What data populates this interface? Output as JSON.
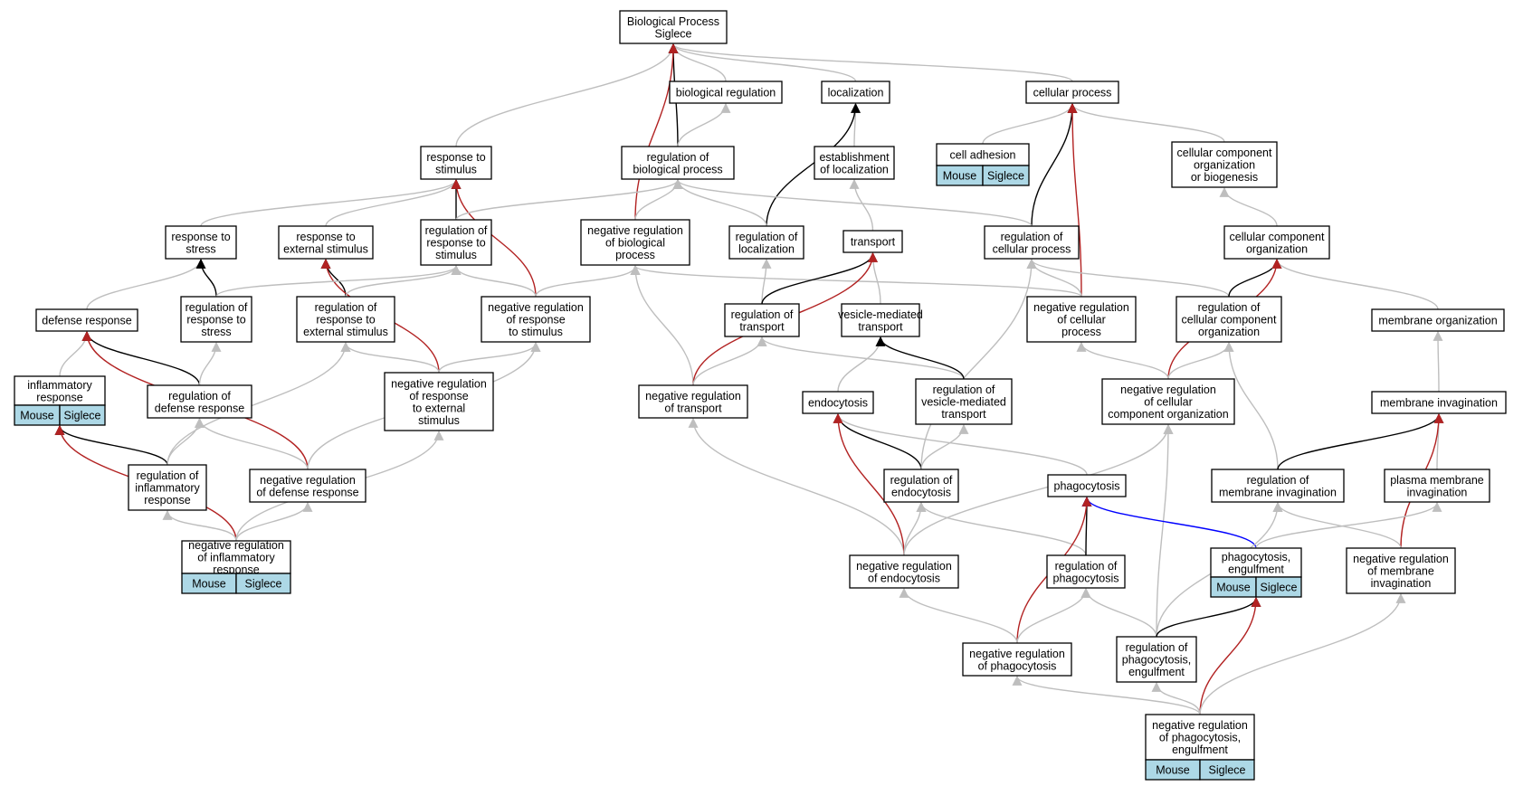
{
  "colors": {
    "is_a": "#bebebe",
    "part_of": "#000000",
    "regulates": "#000000",
    "negatively_regulates": "#b22222",
    "positively_regulates": "#0000ff",
    "gene_cell": "#add8e6",
    "node_border": "#000000",
    "background": "#ffffff"
  },
  "nodes": [
    {
      "id": "root",
      "label": [
        "Biological Process",
        "Siglece"
      ]
    },
    {
      "id": "bioreg",
      "label": [
        "biological regulation"
      ]
    },
    {
      "id": "loc",
      "label": [
        "localization"
      ]
    },
    {
      "id": "cellproc",
      "label": [
        "cellular process"
      ]
    },
    {
      "id": "resp_stim",
      "label": [
        "response to",
        "stimulus"
      ]
    },
    {
      "id": "reg_bp",
      "label": [
        "regulation of",
        "biological process"
      ]
    },
    {
      "id": "estab_loc",
      "label": [
        "establishment",
        "of localization"
      ]
    },
    {
      "id": "cell_adh",
      "label": [
        "cell adhesion"
      ],
      "genes": [
        "Mouse",
        "Siglece"
      ]
    },
    {
      "id": "ccob",
      "label": [
        "cellular component",
        "organization",
        "or biogenesis"
      ]
    },
    {
      "id": "resp_stress",
      "label": [
        "response to",
        "stress"
      ]
    },
    {
      "id": "resp_ext",
      "label": [
        "response to",
        "external stimulus"
      ]
    },
    {
      "id": "reg_resp_stim",
      "label": [
        "regulation of",
        "response to",
        "stimulus"
      ]
    },
    {
      "id": "neg_reg_bp",
      "label": [
        "negative regulation",
        "of biological",
        "process"
      ]
    },
    {
      "id": "reg_loc",
      "label": [
        "regulation of",
        "localization"
      ]
    },
    {
      "id": "transport",
      "label": [
        "transport"
      ]
    },
    {
      "id": "reg_cp",
      "label": [
        "regulation of",
        "cellular process"
      ]
    },
    {
      "id": "cco",
      "label": [
        "cellular component",
        "organization"
      ]
    },
    {
      "id": "def_resp",
      "label": [
        "defense response"
      ]
    },
    {
      "id": "reg_resp_stress",
      "label": [
        "regulation of",
        "response to",
        "stress"
      ]
    },
    {
      "id": "reg_resp_ext",
      "label": [
        "regulation of",
        "response to",
        "external stimulus"
      ]
    },
    {
      "id": "neg_reg_resp_stim",
      "label": [
        "negative regulation",
        "of response",
        "to stimulus"
      ]
    },
    {
      "id": "reg_transport",
      "label": [
        "regulation of",
        "transport"
      ]
    },
    {
      "id": "ves_transport",
      "label": [
        "vesicle-mediated",
        "transport"
      ]
    },
    {
      "id": "neg_reg_cp",
      "label": [
        "negative regulation",
        "of cellular",
        "process"
      ]
    },
    {
      "id": "reg_cco",
      "label": [
        "regulation of",
        "cellular component",
        "organization"
      ]
    },
    {
      "id": "mem_org",
      "label": [
        "membrane organization"
      ]
    },
    {
      "id": "inflam",
      "label": [
        "inflammatory",
        "response"
      ],
      "genes": [
        "Mouse",
        "Siglece"
      ]
    },
    {
      "id": "reg_def",
      "label": [
        "regulation of",
        "defense response"
      ]
    },
    {
      "id": "neg_reg_resp_ext",
      "label": [
        "negative regulation",
        "of response",
        "to external",
        "stimulus"
      ]
    },
    {
      "id": "neg_reg_transport",
      "label": [
        "negative regulation",
        "of transport"
      ]
    },
    {
      "id": "endocytosis",
      "label": [
        "endocytosis"
      ]
    },
    {
      "id": "reg_ves",
      "label": [
        "regulation of",
        "vesicle-mediated",
        "transport"
      ]
    },
    {
      "id": "neg_reg_cco",
      "label": [
        "negative regulation",
        "of cellular",
        "component organization"
      ]
    },
    {
      "id": "mem_inv",
      "label": [
        "membrane invagination"
      ]
    },
    {
      "id": "reg_inflam",
      "label": [
        "regulation of",
        "inflammatory",
        "response"
      ]
    },
    {
      "id": "neg_reg_def",
      "label": [
        "negative regulation",
        "of defense response"
      ]
    },
    {
      "id": "reg_endo",
      "label": [
        "regulation of",
        "endocytosis"
      ]
    },
    {
      "id": "phago",
      "label": [
        "phagocytosis"
      ]
    },
    {
      "id": "reg_mem_inv",
      "label": [
        "regulation of",
        "membrane invagination"
      ]
    },
    {
      "id": "pm_inv",
      "label": [
        "plasma membrane",
        "invagination"
      ]
    },
    {
      "id": "neg_reg_inflam",
      "label": [
        "negative regulation",
        "of inflammatory",
        "response"
      ],
      "genes": [
        "Mouse",
        "Siglece"
      ]
    },
    {
      "id": "neg_reg_endo",
      "label": [
        "negative regulation",
        "of endocytosis"
      ]
    },
    {
      "id": "reg_phago",
      "label": [
        "regulation of",
        "phagocytosis"
      ]
    },
    {
      "id": "phago_eng",
      "label": [
        "phagocytosis,",
        "engulfment"
      ],
      "genes": [
        "Mouse",
        "Siglece"
      ]
    },
    {
      "id": "neg_reg_mem_inv",
      "label": [
        "negative regulation",
        "of membrane",
        "invagination"
      ]
    },
    {
      "id": "neg_reg_phago",
      "label": [
        "negative regulation",
        "of phagocytosis"
      ]
    },
    {
      "id": "reg_phago_eng",
      "label": [
        "regulation of",
        "phagocytosis,",
        "engulfment"
      ]
    },
    {
      "id": "neg_reg_phago_eng",
      "label": [
        "negative regulation",
        "of phagocytosis,",
        "engulfment"
      ],
      "genes": [
        "Mouse",
        "Siglece"
      ]
    }
  ],
  "edges": [
    {
      "from": "bioreg",
      "to": "root",
      "type": "is_a"
    },
    {
      "from": "loc",
      "to": "root",
      "type": "is_a"
    },
    {
      "from": "cellproc",
      "to": "root",
      "type": "is_a"
    },
    {
      "from": "resp_stim",
      "to": "root",
      "type": "is_a"
    },
    {
      "from": "reg_bp",
      "to": "root",
      "type": "regulates"
    },
    {
      "from": "neg_reg_bp",
      "to": "root",
      "type": "negatively_regulates"
    },
    {
      "from": "reg_bp",
      "to": "bioreg",
      "type": "is_a"
    },
    {
      "from": "estab_loc",
      "to": "loc",
      "type": "is_a"
    },
    {
      "from": "reg_loc",
      "to": "loc",
      "type": "regulates"
    },
    {
      "from": "cell_adh",
      "to": "cellproc",
      "type": "is_a"
    },
    {
      "from": "ccob",
      "to": "cellproc",
      "type": "is_a"
    },
    {
      "from": "reg_cp",
      "to": "cellproc",
      "type": "regulates"
    },
    {
      "from": "neg_reg_cp",
      "to": "cellproc",
      "type": "negatively_regulates"
    },
    {
      "from": "resp_stress",
      "to": "resp_stim",
      "type": "is_a"
    },
    {
      "from": "resp_ext",
      "to": "resp_stim",
      "type": "is_a"
    },
    {
      "from": "reg_resp_stim",
      "to": "resp_stim",
      "type": "regulates"
    },
    {
      "from": "neg_reg_resp_stim",
      "to": "resp_stim",
      "type": "negatively_regulates"
    },
    {
      "from": "reg_resp_stim",
      "to": "reg_bp",
      "type": "is_a"
    },
    {
      "from": "neg_reg_bp",
      "to": "reg_bp",
      "type": "is_a"
    },
    {
      "from": "reg_loc",
      "to": "reg_bp",
      "type": "is_a"
    },
    {
      "from": "reg_cp",
      "to": "reg_bp",
      "type": "is_a"
    },
    {
      "from": "transport",
      "to": "estab_loc",
      "type": "is_a"
    },
    {
      "from": "cco",
      "to": "ccob",
      "type": "is_a"
    },
    {
      "from": "def_resp",
      "to": "resp_stress",
      "type": "is_a"
    },
    {
      "from": "reg_resp_stress",
      "to": "resp_stress",
      "type": "regulates"
    },
    {
      "from": "reg_resp_ext",
      "to": "resp_ext",
      "type": "regulates"
    },
    {
      "from": "neg_reg_resp_ext",
      "to": "resp_ext",
      "type": "negatively_regulates"
    },
    {
      "from": "reg_resp_stress",
      "to": "reg_resp_stim",
      "type": "is_a"
    },
    {
      "from": "reg_resp_ext",
      "to": "reg_resp_stim",
      "type": "is_a"
    },
    {
      "from": "neg_reg_resp_stim",
      "to": "reg_resp_stim",
      "type": "is_a"
    },
    {
      "from": "neg_reg_resp_stim",
      "to": "neg_reg_bp",
      "type": "is_a"
    },
    {
      "from": "neg_reg_transport",
      "to": "neg_reg_bp",
      "type": "is_a"
    },
    {
      "from": "neg_reg_cp",
      "to": "neg_reg_bp",
      "type": "is_a"
    },
    {
      "from": "reg_transport",
      "to": "reg_loc",
      "type": "is_a"
    },
    {
      "from": "reg_transport",
      "to": "transport",
      "type": "regulates"
    },
    {
      "from": "ves_transport",
      "to": "transport",
      "type": "is_a"
    },
    {
      "from": "neg_reg_transport",
      "to": "transport",
      "type": "negatively_regulates"
    },
    {
      "from": "neg_reg_cp",
      "to": "reg_cp",
      "type": "is_a"
    },
    {
      "from": "reg_cco",
      "to": "reg_cp",
      "type": "is_a"
    },
    {
      "from": "reg_endo",
      "to": "reg_cp",
      "type": "is_a"
    },
    {
      "from": "reg_cco",
      "to": "cco",
      "type": "regulates"
    },
    {
      "from": "mem_org",
      "to": "cco",
      "type": "is_a"
    },
    {
      "from": "neg_reg_cco",
      "to": "cco",
      "type": "negatively_regulates"
    },
    {
      "from": "inflam",
      "to": "def_resp",
      "type": "is_a"
    },
    {
      "from": "reg_def",
      "to": "def_resp",
      "type": "regulates"
    },
    {
      "from": "neg_reg_def",
      "to": "def_resp",
      "type": "negatively_regulates"
    },
    {
      "from": "reg_def",
      "to": "reg_resp_stress",
      "type": "is_a"
    },
    {
      "from": "reg_inflam",
      "to": "reg_resp_ext",
      "type": "is_a"
    },
    {
      "from": "neg_reg_resp_ext",
      "to": "reg_resp_ext",
      "type": "is_a"
    },
    {
      "from": "neg_reg_resp_ext",
      "to": "neg_reg_resp_stim",
      "type": "is_a"
    },
    {
      "from": "neg_reg_def",
      "to": "neg_reg_resp_stim",
      "type": "is_a"
    },
    {
      "from": "neg_reg_transport",
      "to": "reg_transport",
      "type": "is_a"
    },
    {
      "from": "reg_ves",
      "to": "reg_transport",
      "type": "is_a"
    },
    {
      "from": "endocytosis",
      "to": "ves_transport",
      "type": "is_a"
    },
    {
      "from": "reg_ves",
      "to": "ves_transport",
      "type": "regulates"
    },
    {
      "from": "neg_reg_cco",
      "to": "neg_reg_cp",
      "type": "is_a"
    },
    {
      "from": "neg_reg_cco",
      "to": "reg_cco",
      "type": "is_a"
    },
    {
      "from": "reg_mem_inv",
      "to": "reg_cco",
      "type": "is_a"
    },
    {
      "from": "mem_inv",
      "to": "mem_org",
      "type": "is_a"
    },
    {
      "from": "reg_inflam",
      "to": "inflam",
      "type": "regulates"
    },
    {
      "from": "neg_reg_inflam",
      "to": "inflam",
      "type": "negatively_regulates"
    },
    {
      "from": "reg_inflam",
      "to": "reg_def",
      "type": "is_a"
    },
    {
      "from": "neg_reg_def",
      "to": "reg_def",
      "type": "is_a"
    },
    {
      "from": "neg_reg_inflam",
      "to": "neg_reg_resp_ext",
      "type": "is_a"
    },
    {
      "from": "neg_reg_endo",
      "to": "neg_reg_transport",
      "type": "is_a"
    },
    {
      "from": "reg_endo",
      "to": "endocytosis",
      "type": "regulates"
    },
    {
      "from": "phago",
      "to": "endocytosis",
      "type": "is_a"
    },
    {
      "from": "neg_reg_endo",
      "to": "endocytosis",
      "type": "negatively_regulates"
    },
    {
      "from": "reg_endo",
      "to": "reg_ves",
      "type": "is_a"
    },
    {
      "from": "neg_reg_endo",
      "to": "neg_reg_cco",
      "type": "is_a"
    },
    {
      "from": "reg_phago_eng",
      "to": "neg_reg_cco",
      "type": "is_a"
    },
    {
      "from": "reg_mem_inv",
      "to": "mem_inv",
      "type": "regulates"
    },
    {
      "from": "pm_inv",
      "to": "mem_inv",
      "type": "is_a"
    },
    {
      "from": "neg_reg_mem_inv",
      "to": "mem_inv",
      "type": "negatively_regulates"
    },
    {
      "from": "neg_reg_inflam",
      "to": "reg_inflam",
      "type": "is_a"
    },
    {
      "from": "neg_reg_inflam",
      "to": "neg_reg_def",
      "type": "is_a"
    },
    {
      "from": "neg_reg_endo",
      "to": "reg_endo",
      "type": "is_a"
    },
    {
      "from": "reg_phago",
      "to": "reg_endo",
      "type": "is_a"
    },
    {
      "from": "reg_phago",
      "to": "phago",
      "type": "regulates"
    },
    {
      "from": "phago_eng",
      "to": "phago",
      "type": "positively_regulates"
    },
    {
      "from": "neg_reg_phago",
      "to": "phago",
      "type": "negatively_regulates"
    },
    {
      "from": "neg_reg_mem_inv",
      "to": "reg_mem_inv",
      "type": "is_a"
    },
    {
      "from": "reg_phago_eng",
      "to": "reg_mem_inv",
      "type": "is_a"
    },
    {
      "from": "phago_eng",
      "to": "pm_inv",
      "type": "is_a"
    },
    {
      "from": "neg_reg_phago",
      "to": "neg_reg_endo",
      "type": "is_a"
    },
    {
      "from": "neg_reg_phago",
      "to": "reg_phago",
      "type": "is_a"
    },
    {
      "from": "reg_phago_eng",
      "to": "reg_phago",
      "type": "is_a"
    },
    {
      "from": "reg_phago_eng",
      "to": "phago_eng",
      "type": "regulates"
    },
    {
      "from": "neg_reg_phago_eng",
      "to": "phago_eng",
      "type": "negatively_regulates"
    },
    {
      "from": "neg_reg_phago_eng",
      "to": "neg_reg_mem_inv",
      "type": "is_a"
    },
    {
      "from": "neg_reg_phago_eng",
      "to": "neg_reg_phago",
      "type": "is_a"
    },
    {
      "from": "neg_reg_phago_eng",
      "to": "reg_phago_eng",
      "type": "is_a"
    }
  ]
}
